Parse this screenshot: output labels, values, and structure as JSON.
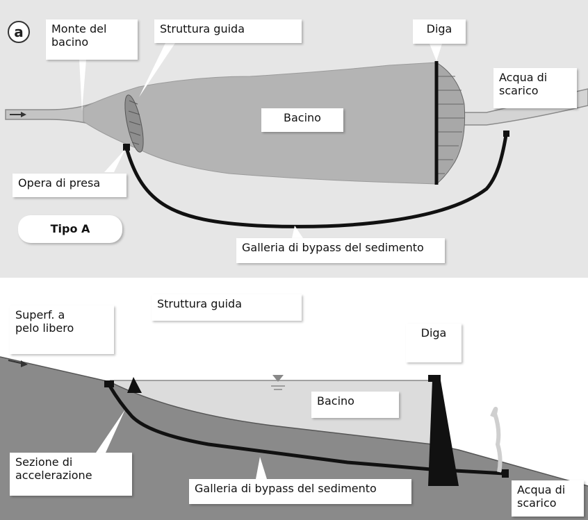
{
  "panel_top": {
    "panel_marker": "a",
    "labels": {
      "upstream": "Monte del\nbacino",
      "guide_structure": "Struttura guida",
      "dam": "Diga",
      "discharge": "Acqua di\nscarico",
      "reservoir": "Bacino",
      "intake": "Opera di presa",
      "type": "Tipo A",
      "bypass_tunnel": "Galleria di bypass del sedimento"
    }
  },
  "panel_bottom": {
    "labels": {
      "free_surface": "Superf. a\npelo libero",
      "guide_structure": "Struttura guida",
      "dam": "Diga",
      "reservoir": "Bacino",
      "acceleration": "Sezione di\naccelerazione",
      "bypass_tunnel": "Galleria di bypass del sedimento",
      "discharge": "Acqua di\nscarico"
    }
  },
  "colors": {
    "panel_bg": "#e6e6e6",
    "reservoir": "#b4b4b4",
    "ground": "#8a8a8a",
    "water": "#dcdcdc",
    "tunnel": "#111111"
  }
}
